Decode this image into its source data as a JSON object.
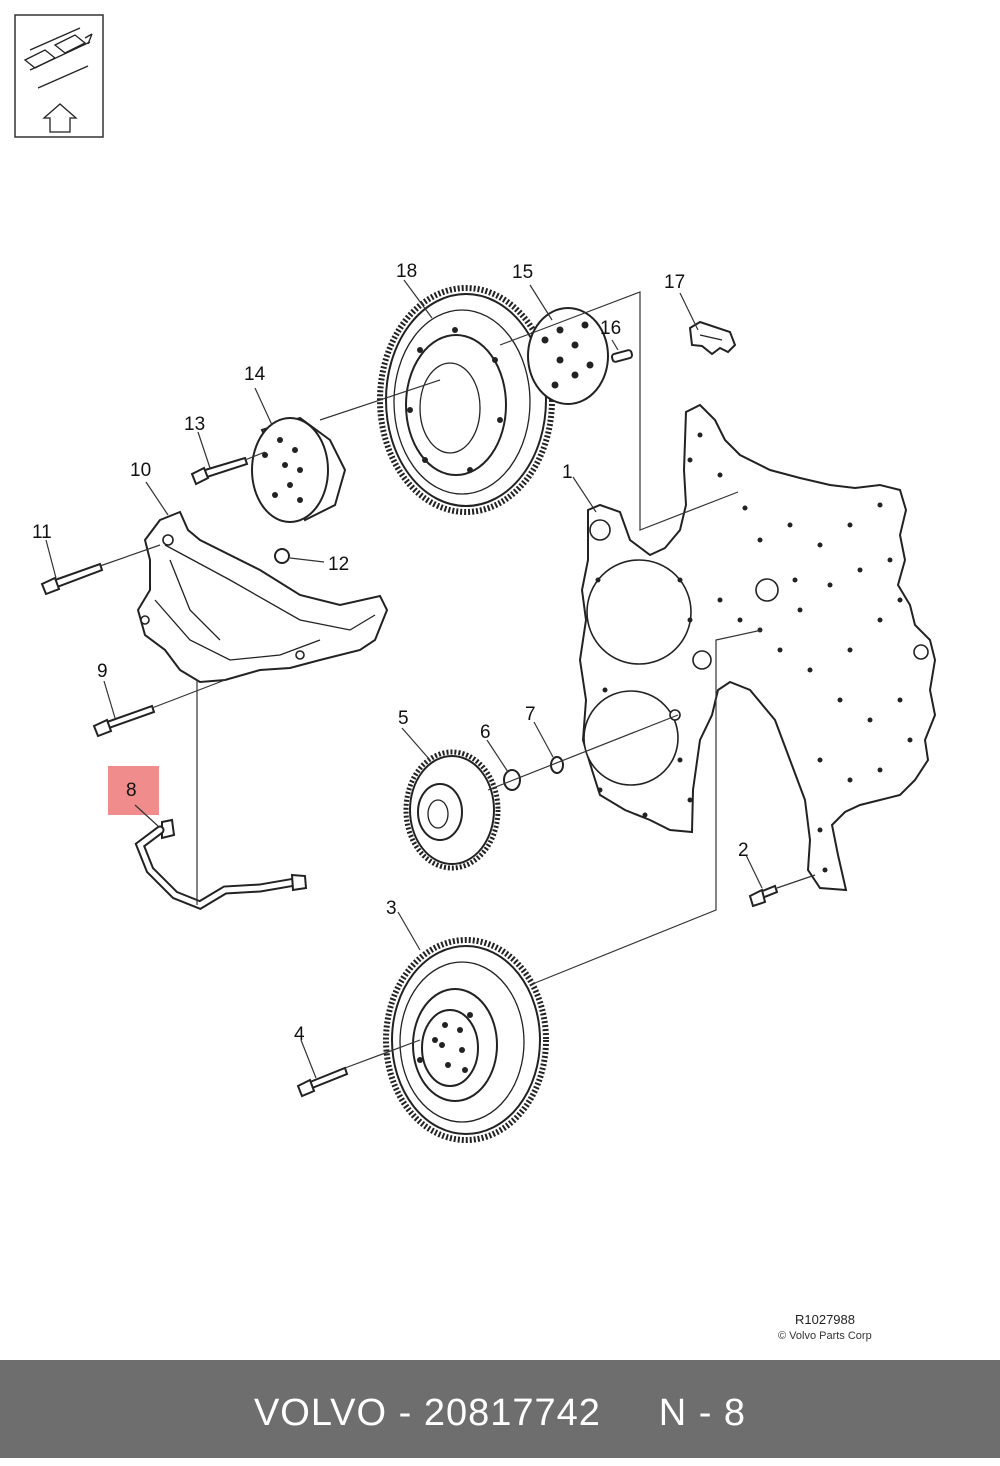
{
  "diagram": {
    "callouts": {
      "c1": "1",
      "c2": "2",
      "c3": "3",
      "c4": "4",
      "c5": "5",
      "c6": "6",
      "c7": "7",
      "c8": "8",
      "c9": "9",
      "c10": "10",
      "c11": "11",
      "c12": "12",
      "c13": "13",
      "c14": "14",
      "c15": "15",
      "c16": "16",
      "c17": "17",
      "c18": "18"
    },
    "reference_code": "R1027988",
    "copyright": "© Volvo Parts Corp",
    "highlight_color": "#f08080",
    "thumbnail_icon": "exploded-view-icon"
  },
  "footer": {
    "text": "VOLVO - 20817742     N - 8",
    "background": "#6e6e6e"
  }
}
